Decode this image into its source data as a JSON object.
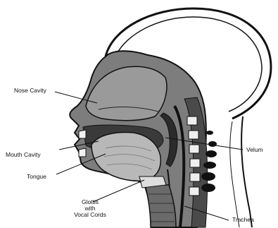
{
  "labels": {
    "nose_cavity": "Nose Cavity",
    "mouth_cavity": "Mouth Cavity",
    "tongue": "Tongue",
    "glottis_line1": "Glottis",
    "glottis_line2": "with",
    "glottis_line3": "Vocal Cords",
    "velum": "Velum",
    "trachea": "Trachea"
  },
  "colors": {
    "ink": "#111111",
    "tissue": "#7d7d7d",
    "tissue_light": "#b8b8b8",
    "cavity_dark": "#3a3a3a",
    "background": "#ffffff"
  }
}
